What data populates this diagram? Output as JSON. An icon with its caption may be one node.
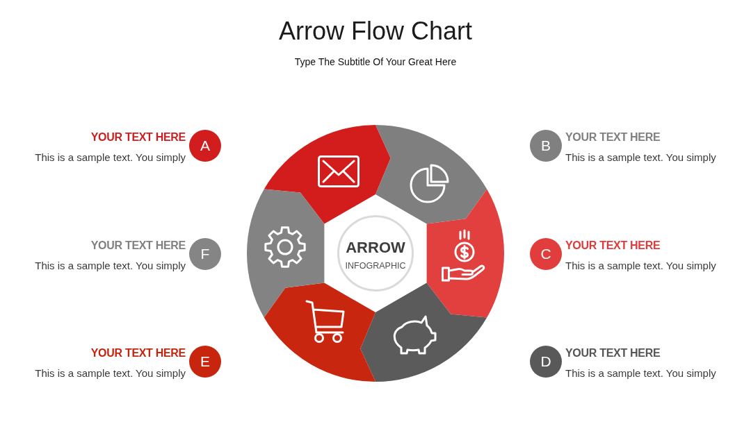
{
  "diagram": {
    "title": "Arrow Flow Chart",
    "nodes": [
      {
        "text": [
          "A"
        ],
        "beside": [
          "YOUR TEXT HERE",
          "This is a sample text. You simply"
        ]
      },
      {
        "text": [
          "B"
        ],
        "beside": [
          "YOUR TEXT HERE",
          "This is a sample text. You simply"
        ]
      },
      {
        "text": [
          "C"
        ],
        "beside": [
          "YOUR TEXT HERE",
          "This is a sample text. You simply"
        ]
      },
      {
        "text": [
          "D"
        ],
        "beside": [
          "YOUR TEXT HERE",
          "This is a sample text. You simply"
        ]
      },
      {
        "text": [
          "E"
        ],
        "beside": [
          "YOUR TEXT HERE",
          "This is a sample text. You simply"
        ]
      },
      {
        "text": [
          "F"
        ],
        "beside": [
          "YOUR TEXT HERE",
          "This is a sample text. You simply"
        ]
      },
      {
        "text": [],
        "shape": "arrow"
      },
      {
        "text": [],
        "shape": "arrow"
      },
      {
        "text": [],
        "shape": "arrow"
      },
      {
        "text": [],
        "shape": "arrow"
      },
      {
        "text": [],
        "shape": "arrow"
      },
      {
        "text": [],
        "shape": "arrow"
      },
      {
        "text": [
          "ARROW",
          "INFOGRAPHIC"
        ]
      }
    ],
    "labels": [
      "Type The Subtitle Of Your Great Here"
    ]
  }
}
